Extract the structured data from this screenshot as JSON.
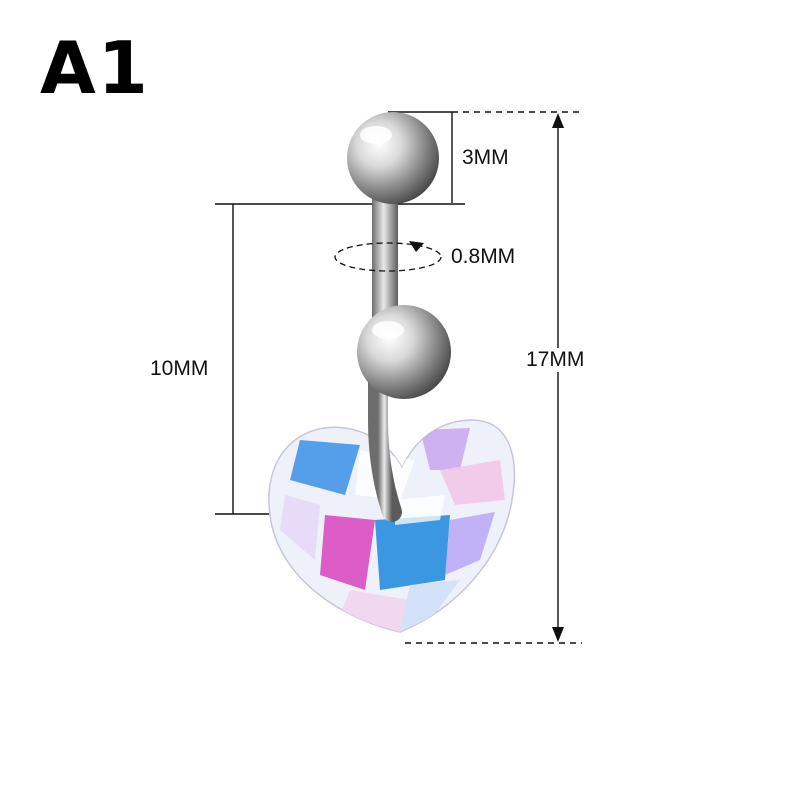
{
  "product": {
    "code": "A1"
  },
  "dimensions": {
    "ball_diameter": "3MM",
    "bar_thickness": "0.8MM",
    "bar_length": "10MM",
    "total_length": "17MM"
  },
  "colors": {
    "metal_light": "#f4f4f4",
    "metal_dark": "#5a5a5a",
    "crystal_blue": "#2f8fe0",
    "crystal_pink": "#e04fc6",
    "crystal_lilac": "#c9b6f2",
    "line": "#111111"
  }
}
